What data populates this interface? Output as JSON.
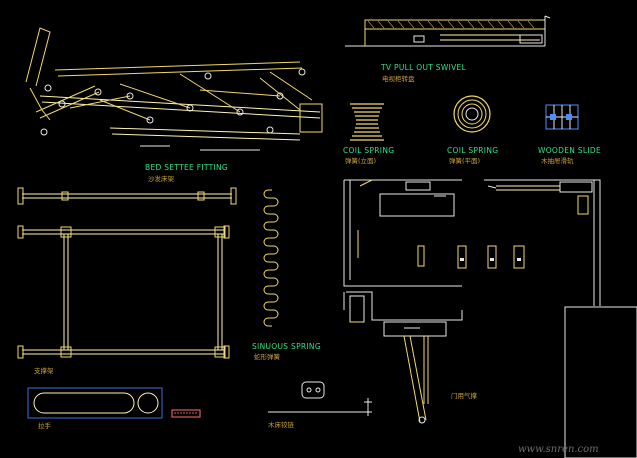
{
  "labels": {
    "tv_swivel": "TV PULL OUT SWIVEL",
    "tv_swivel_cn": "电视柜转盘",
    "bed_settee": "BED SETTEE FITTING",
    "bed_settee_cn": "沙发床架",
    "coil_spring_1": "COIL SPRING",
    "coil_spring_1_cn": "弹簧(立面)",
    "coil_spring_2": "COIL SPRING",
    "coil_spring_2_cn": "弹簧(平面)",
    "wooden_slide": "WOODEN SLIDE",
    "wooden_slide_cn": "木抽屉滑轨",
    "sinuous_spring": "SINUOUS SPRING",
    "sinuous_spring_cn": "蛇形弹簧",
    "frame_cn": "支撑架",
    "handle_cn": "拉手",
    "hinge_cn": "木床铰链",
    "gas_strut_cn": "门用气撑"
  },
  "watermark": "www.snren.com",
  "colors": {
    "background": "#000000",
    "line_yellow": "#f2d86a",
    "line_white": "#e8e8e8",
    "caption_green": "#2ee08a",
    "caption_gold": "#c9a23a",
    "handle_border": "#3a6fd8",
    "swatch": "#d0605a"
  }
}
